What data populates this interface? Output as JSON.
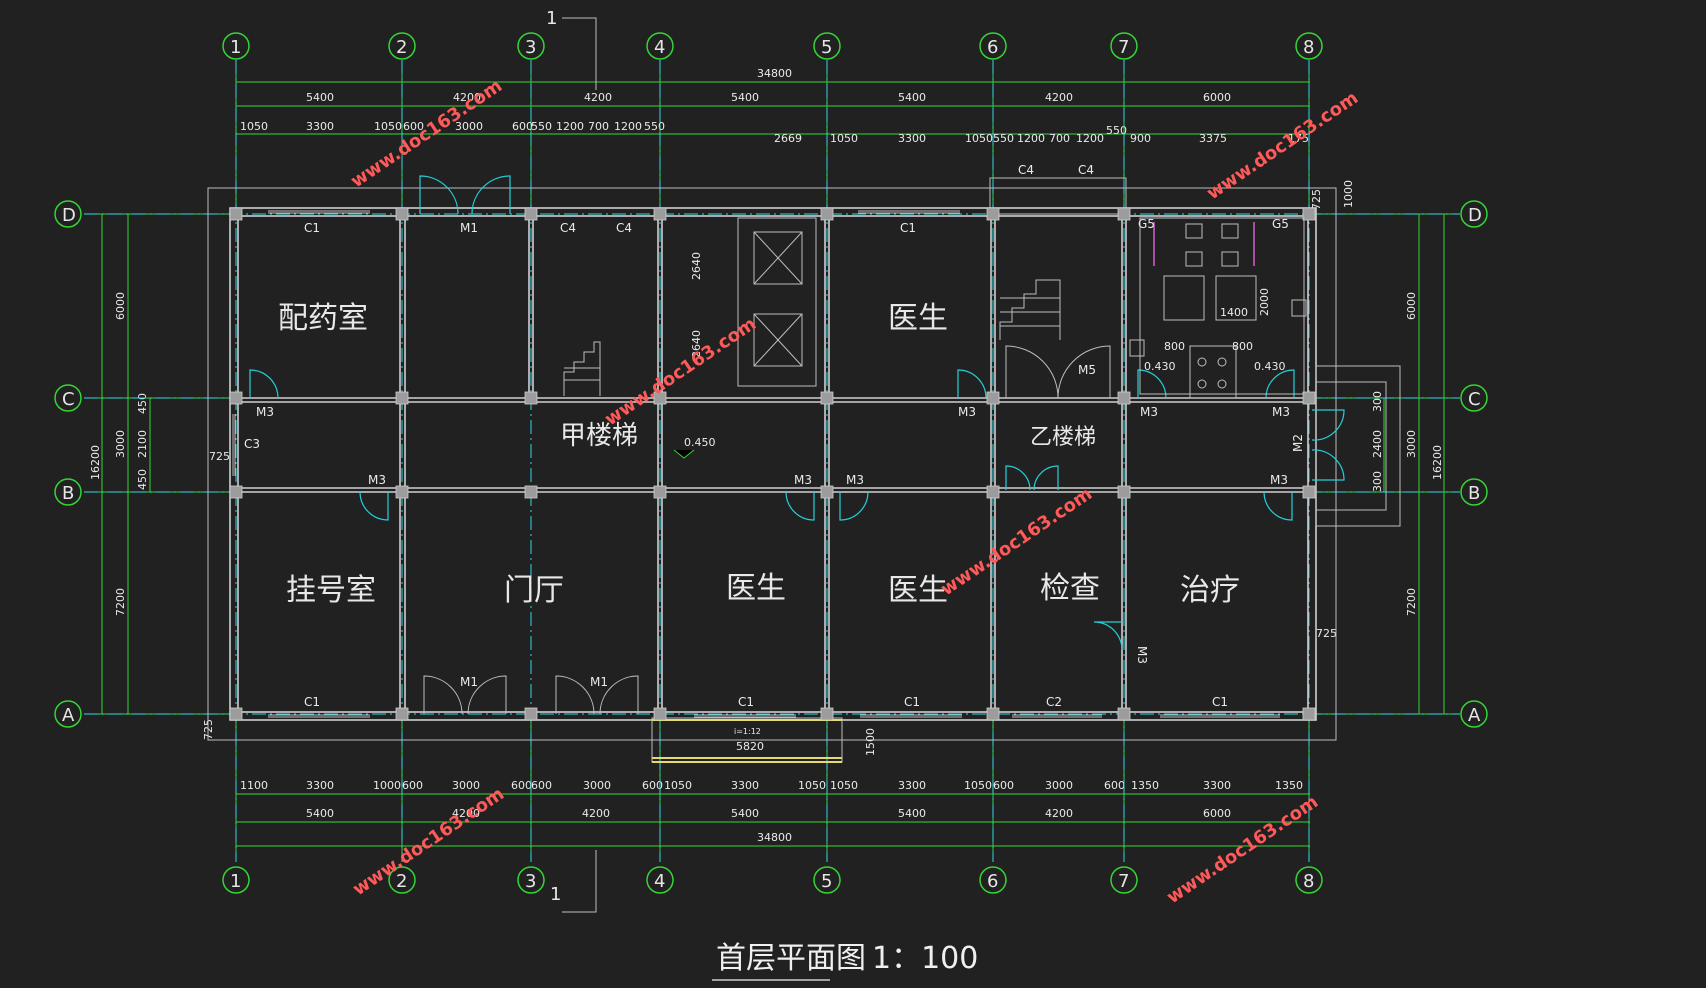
{
  "axes": {
    "columns": [
      "1",
      "2",
      "3",
      "4",
      "5",
      "6",
      "7",
      "8"
    ],
    "rows": [
      "D",
      "C",
      "B",
      "A"
    ]
  },
  "dimensions": {
    "total_top": "34800",
    "total_bottom": "34800",
    "bays_top": [
      "5400",
      "4200",
      "4200",
      "5400",
      "5400",
      "4200",
      "6000"
    ],
    "bays_bottom": [
      "5400",
      "4200",
      "4200",
      "5400",
      "5400",
      "4200",
      "6000"
    ],
    "detail_top": [
      "1050",
      "3300",
      "1050",
      "600",
      "3000",
      "600",
      "550",
      "1200",
      "700",
      "1200",
      "550",
      "2669",
      "1050",
      "3300",
      "1050",
      "550",
      "1200",
      "700",
      "1200",
      "550",
      "900",
      "3375",
      "175"
    ],
    "detail_bottom": [
      "1100",
      "3300",
      "1000",
      "600",
      "3000",
      "600",
      "600",
      "3000",
      "600",
      "1050",
      "3300",
      "1050",
      "1050",
      "3300",
      "1050",
      "600",
      "3000",
      "600",
      "1350",
      "3300",
      "1350"
    ],
    "left_total": "16200",
    "left_parts": [
      "6000",
      "3000",
      "7200"
    ],
    "left_inner": [
      "450",
      "2100",
      "450"
    ],
    "right_total": "16200",
    "right_parts": [
      "6000",
      "3000",
      "7200"
    ],
    "right_inner": [
      "300",
      "2400",
      "300"
    ],
    "misc": [
      "725",
      "725",
      "725",
      "725",
      "1000",
      "2640",
      "2640",
      "2000",
      "1400",
      "800",
      "800",
      "1500",
      "5820"
    ]
  },
  "rooms": {
    "pharmacy": "配药室",
    "doctor_top": "医生",
    "registration": "挂号室",
    "lobby": "门厅",
    "doctor_1": "医生",
    "doctor_2": "医生",
    "exam": "检查",
    "treatment": "治疗",
    "stair_a": "甲楼梯",
    "stair_b": "乙楼梯"
  },
  "tags": {
    "c1": "C1",
    "c2": "C2",
    "c3": "C3",
    "c4": "C4",
    "g5": "G5",
    "m1": "M1",
    "m2": "M2",
    "m3": "M3",
    "m5": "M5"
  },
  "levels": {
    "lobby": "0.450",
    "wc_left": "0.430",
    "wc_right": "0.430",
    "ramp": "i=1:12"
  },
  "section_mark": "1",
  "watermark": "www.doc163.com",
  "drawing_title": "首层平面图",
  "scale": "1：100",
  "colors": {
    "background": "#212121",
    "dimension": "#35d535",
    "grid_axis": "#2fd6e6",
    "door": "#23cfd9",
    "wall": "#cfcfcf",
    "watermark": "#ff5a5a"
  }
}
